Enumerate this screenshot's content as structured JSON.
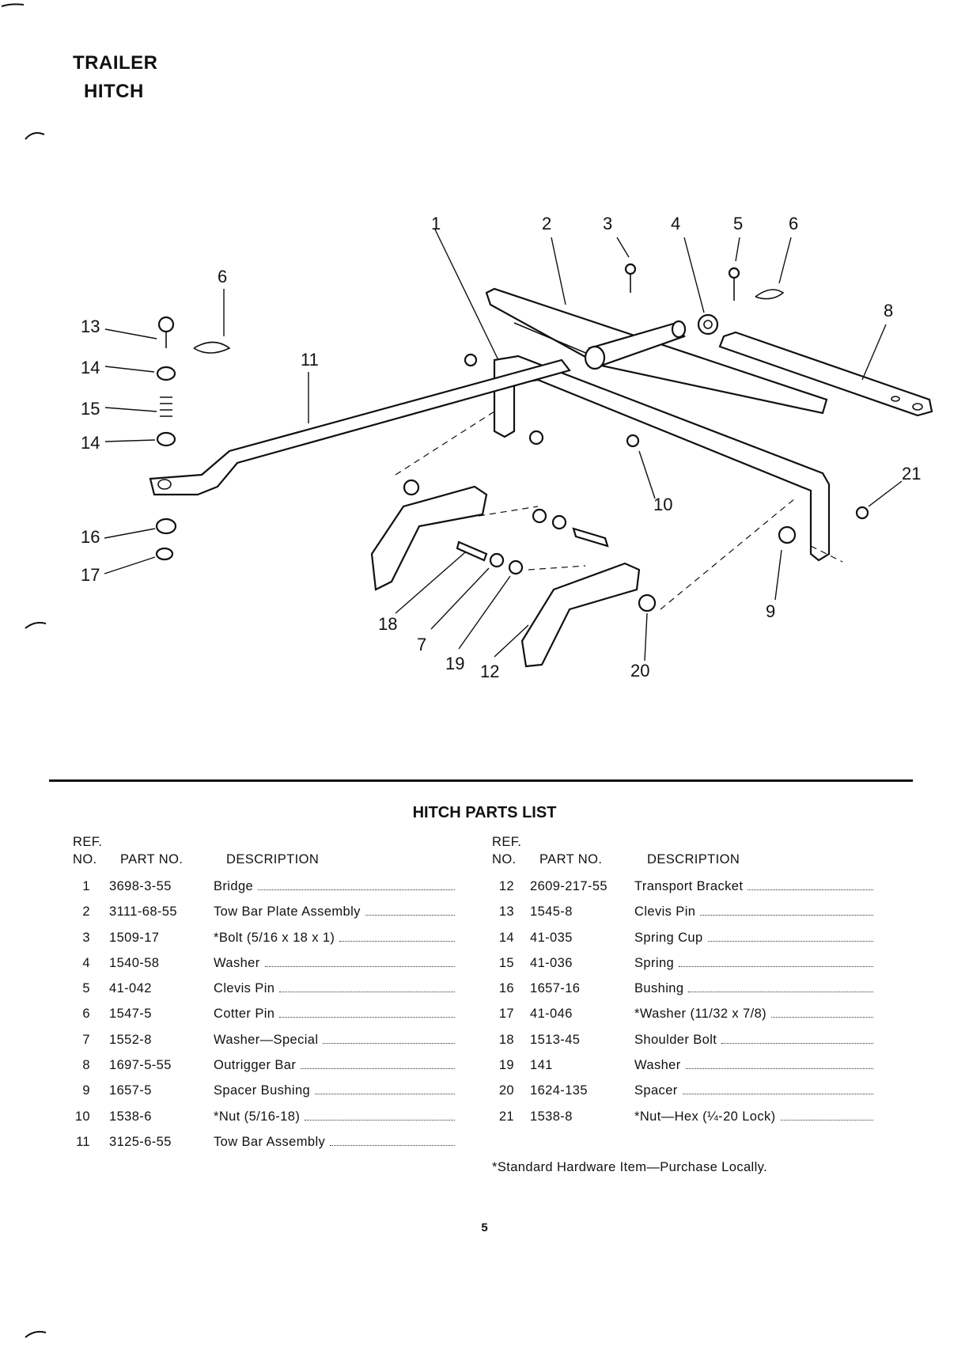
{
  "title": {
    "line1": "TRAILER",
    "line2": "HITCH"
  },
  "diagram_callouts": {
    "c1": "1",
    "c2": "2",
    "c3": "3",
    "c4": "4",
    "c5": "5",
    "c6a": "6",
    "c6b": "6",
    "c7": "7",
    "c8": "8",
    "c9": "9",
    "c10": "10",
    "c11": "11",
    "c12": "12",
    "c13": "13",
    "c14a": "14",
    "c14b": "14",
    "c15": "15",
    "c16": "16",
    "c17": "17",
    "c18": "18",
    "c19": "19",
    "c20": "20",
    "c21": "21"
  },
  "parts_list": {
    "title": "HITCH PARTS LIST",
    "headers": {
      "ref_line1": "REF.",
      "ref_line2": "NO.",
      "part_no": "PART NO.",
      "description": "DESCRIPTION"
    },
    "left_rows": [
      {
        "ref": "1",
        "part": "3698-3-55",
        "desc": "Bridge"
      },
      {
        "ref": "2",
        "part": "3111-68-55",
        "desc": "Tow Bar Plate Assembly"
      },
      {
        "ref": "3",
        "part": "1509-17",
        "desc": "*Bolt (5/16 x 18 x 1)"
      },
      {
        "ref": "4",
        "part": "1540-58",
        "desc": "Washer"
      },
      {
        "ref": "5",
        "part": "41-042",
        "desc": "Clevis Pin"
      },
      {
        "ref": "6",
        "part": "1547-5",
        "desc": "Cotter Pin"
      },
      {
        "ref": "7",
        "part": "1552-8",
        "desc": "Washer—Special"
      },
      {
        "ref": "8",
        "part": "1697-5-55",
        "desc": "Outrigger Bar"
      },
      {
        "ref": "9",
        "part": "1657-5",
        "desc": "Spacer Bushing"
      },
      {
        "ref": "10",
        "part": "1538-6",
        "desc": "*Nut (5/16-18)"
      },
      {
        "ref": "11",
        "part": "3125-6-55",
        "desc": "Tow Bar Assembly"
      }
    ],
    "right_rows": [
      {
        "ref": "12",
        "part": "2609-217-55",
        "desc": "Transport Bracket"
      },
      {
        "ref": "13",
        "part": "1545-8",
        "desc": "Clevis Pin"
      },
      {
        "ref": "14",
        "part": "41-035",
        "desc": "Spring Cup"
      },
      {
        "ref": "15",
        "part": "41-036",
        "desc": "Spring"
      },
      {
        "ref": "16",
        "part": "1657-16",
        "desc": "Bushing"
      },
      {
        "ref": "17",
        "part": "41-046",
        "desc": "*Washer (11/32 x 7/8)"
      },
      {
        "ref": "18",
        "part": "1513-45",
        "desc": "Shoulder Bolt"
      },
      {
        "ref": "19",
        "part": "141",
        "desc": "Washer"
      },
      {
        "ref": "20",
        "part": "1624-135",
        "desc": "Spacer"
      },
      {
        "ref": "21",
        "part": "1538-8",
        "desc": "*Nut—Hex (¼-20 Lock)"
      }
    ],
    "footnote": "*Standard Hardware Item—Purchase Locally."
  },
  "page_number": "5"
}
